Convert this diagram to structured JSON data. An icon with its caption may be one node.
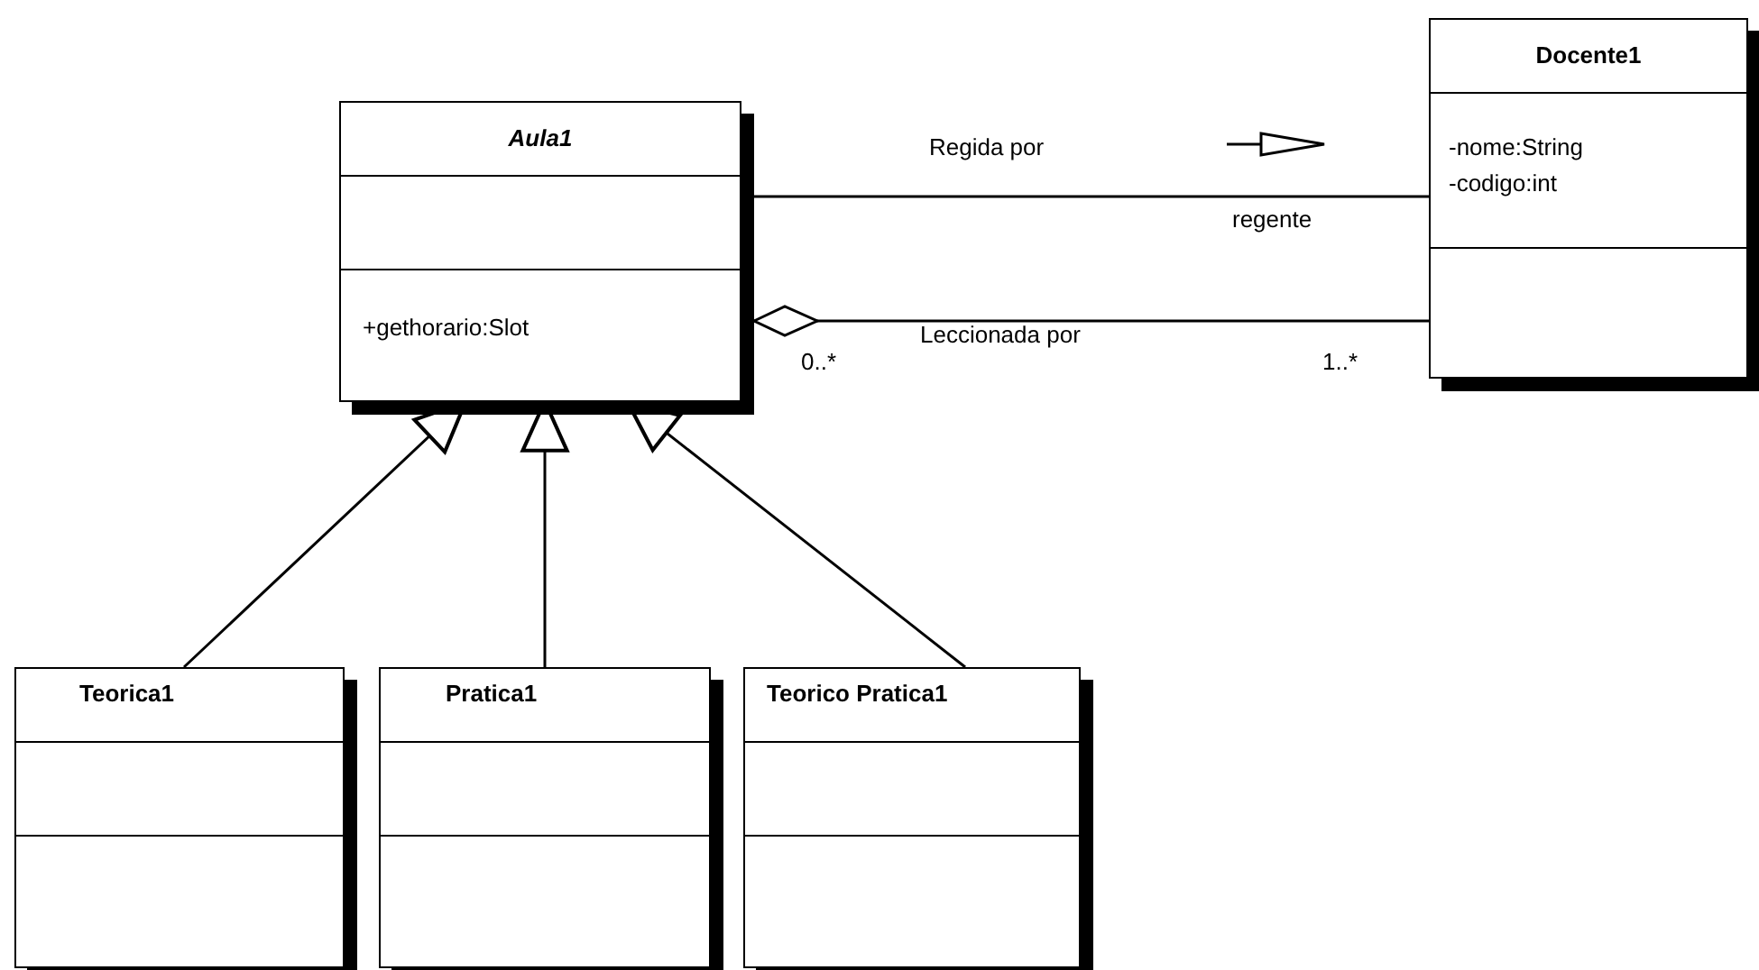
{
  "diagram": {
    "nodes": [
      {
        "text": [
          "Aula1",
          "+gethorario:Slot"
        ]
      },
      {
        "text": [
          "Docente1",
          "-nome:String",
          "-codigo:int"
        ]
      },
      {
        "text": [
          "Teorica1"
        ]
      },
      {
        "text": [
          "Pratica1"
        ]
      },
      {
        "text": [
          "Teorico Pratica1"
        ]
      }
    ],
    "edges": [
      {
        "from": 0,
        "to": 1,
        "arrow": "none",
        "label": "Regida por"
      },
      {
        "from": 0,
        "to": 1,
        "arrow": "other",
        "label": "Leccionada por"
      },
      {
        "from": 2,
        "to": 0,
        "arrow": "to"
      },
      {
        "from": 3,
        "to": 0,
        "arrow": "to"
      },
      {
        "from": 4,
        "to": 0,
        "arrow": "to"
      }
    ],
    "labels": [
      "regente",
      "0..*",
      "1..*"
    ]
  }
}
